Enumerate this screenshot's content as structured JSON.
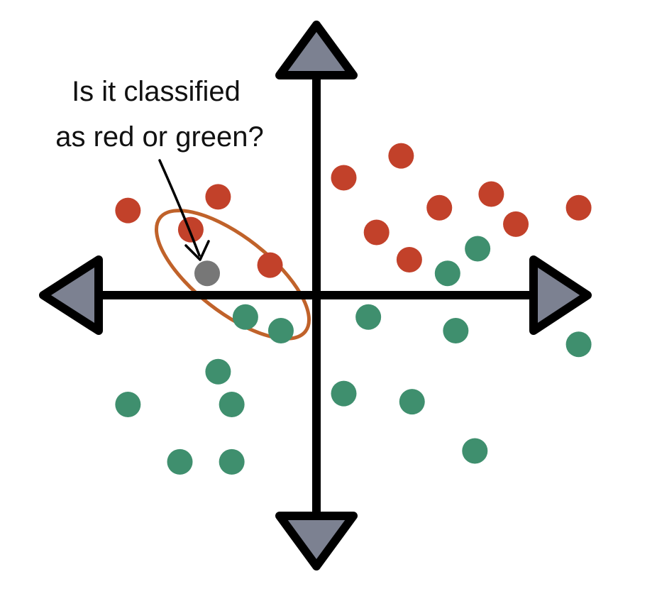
{
  "question": {
    "line1": "Is it classified",
    "line2": "as red or green?"
  },
  "colors": {
    "red": "#c2412a",
    "green": "#3f8f6e",
    "unknown": "#777777",
    "neighborhood": "#c0622a",
    "axis": "#000000",
    "arrowhead_fill": "#7c8191"
  },
  "points": {
    "red": [
      [
        -3.45,
        1.55
      ],
      [
        -1.8,
        1.8
      ],
      [
        -2.3,
        1.2
      ],
      [
        -0.85,
        0.55
      ],
      [
        0.5,
        2.15
      ],
      [
        1.55,
        2.55
      ],
      [
        1.1,
        1.15
      ],
      [
        1.7,
        0.65
      ],
      [
        2.25,
        1.6
      ],
      [
        3.2,
        1.85
      ],
      [
        3.65,
        1.3
      ],
      [
        4.8,
        1.6
      ]
    ],
    "green": [
      [
        -1.3,
        -0.4
      ],
      [
        -0.65,
        -0.65
      ],
      [
        -1.8,
        -1.4
      ],
      [
        -1.55,
        -2.0
      ],
      [
        -3.45,
        -2.0
      ],
      [
        -2.5,
        -3.05
      ],
      [
        -1.55,
        -3.05
      ],
      [
        0.95,
        -0.4
      ],
      [
        0.5,
        -1.8
      ],
      [
        1.75,
        -1.95
      ],
      [
        2.4,
        0.4
      ],
      [
        2.55,
        -0.65
      ],
      [
        2.95,
        0.85
      ],
      [
        4.8,
        -0.9
      ],
      [
        2.9,
        -2.85
      ]
    ],
    "unknown": [
      [
        -2.0,
        0.4
      ]
    ]
  }
}
